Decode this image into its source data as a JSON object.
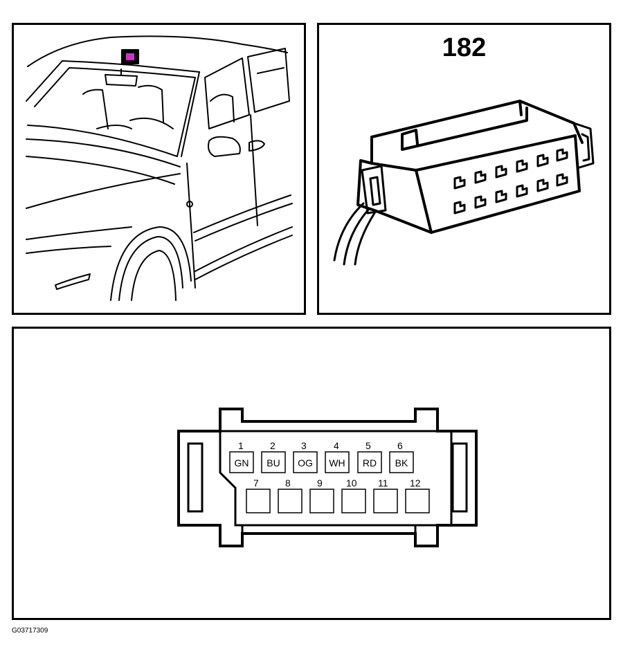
{
  "connector_number": "182",
  "figure_code": "G03717309",
  "location_marker_color": "#cc33cc",
  "pins_top": [
    {
      "num": "1",
      "wire": "GN"
    },
    {
      "num": "2",
      "wire": "BU"
    },
    {
      "num": "3",
      "wire": "OG"
    },
    {
      "num": "4",
      "wire": "WH"
    },
    {
      "num": "5",
      "wire": "RD"
    },
    {
      "num": "6",
      "wire": "BK"
    }
  ],
  "pins_bottom": [
    {
      "num": "7",
      "wire": ""
    },
    {
      "num": "8",
      "wire": ""
    },
    {
      "num": "9",
      "wire": ""
    },
    {
      "num": "10",
      "wire": ""
    },
    {
      "num": "11",
      "wire": ""
    },
    {
      "num": "12",
      "wire": ""
    }
  ]
}
